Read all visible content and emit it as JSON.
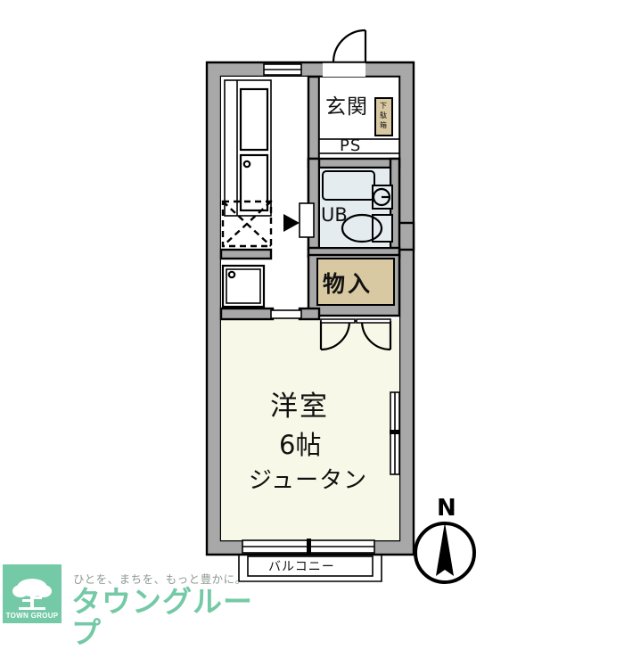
{
  "document": {
    "type": "floor-plan",
    "title": "1K apartment floor plan"
  },
  "rooms": [
    {
      "id": "genkan",
      "label": "玄関",
      "meaning": "entrance"
    },
    {
      "id": "ps",
      "label": "PS",
      "meaning": "pipe-shaft"
    },
    {
      "id": "ub",
      "label": "UB",
      "meaning": "unit-bath"
    },
    {
      "id": "storage",
      "label": "物入",
      "meaning": "closet-storage"
    },
    {
      "id": "main",
      "label": "洋室",
      "meaning": "western-room"
    },
    {
      "id": "balcony",
      "label": "バルコニー",
      "meaning": "balcony"
    }
  ],
  "main_room": {
    "name": "洋室",
    "size": "6帖",
    "flooring": "ジュータン"
  },
  "fixtures": {
    "shoe_box_label": "下駄箱",
    "shoe_box_chars": [
      "下",
      "駄",
      "箱"
    ]
  },
  "compass": {
    "label": "N"
  },
  "logo": {
    "badge_text": "TOWN GROUP",
    "tagline": "ひとを、まちを、もっと豊かに。",
    "brand": "タウングループ"
  },
  "colors": {
    "wall": "#a8a8a8",
    "room_fill": "#f8f8e8",
    "bath_fill": "#e4ecef",
    "storage_fill": "#d9c9a3",
    "brand_green": "#74c9a6",
    "outline": "#000000"
  }
}
